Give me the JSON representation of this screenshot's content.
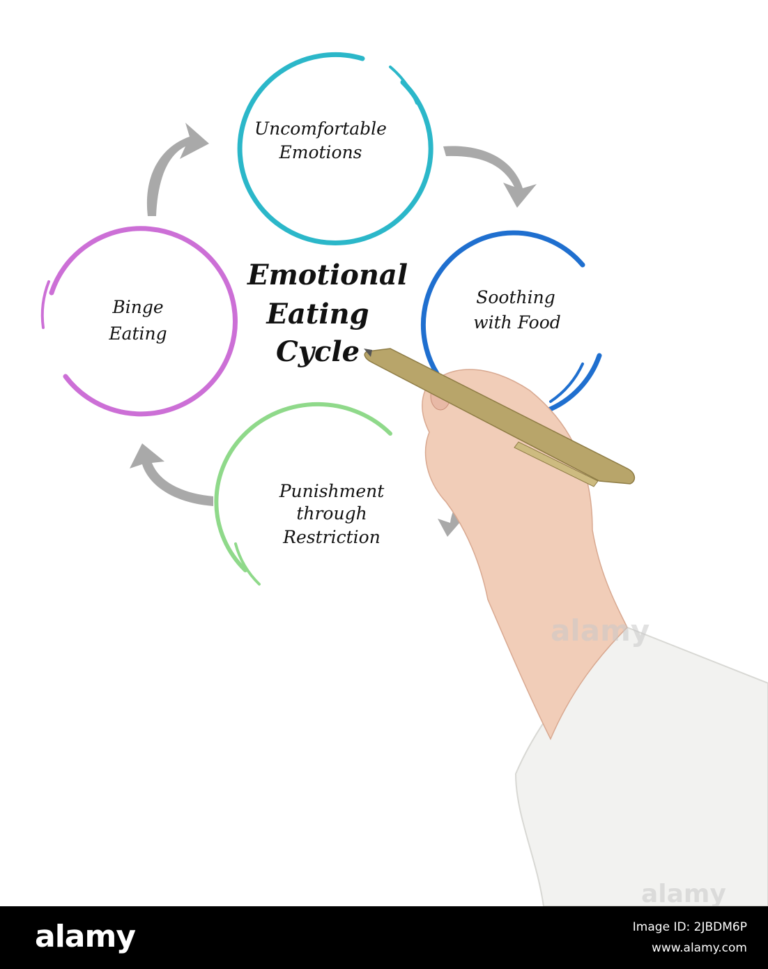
{
  "diagram": {
    "title_lines": [
      "Emotional",
      "Eating",
      "Cycle"
    ],
    "nodes": [
      {
        "id": "uncomfortable-emotions",
        "lines": [
          "Uncomfortable",
          "Emotions"
        ],
        "color": "#2bb7c9"
      },
      {
        "id": "soothing-with-food",
        "lines": [
          "Soothing",
          "with Food"
        ],
        "color": "#1f6fcf"
      },
      {
        "id": "punishment-through-restriction",
        "lines": [
          "Punishment",
          "through",
          "Restriction"
        ],
        "color": "#8fd98a"
      },
      {
        "id": "binge-eating",
        "lines": [
          "Binge",
          "Eating"
        ],
        "color": "#cc6fd6"
      }
    ],
    "arrow_color": "#a9a9a9"
  },
  "watermarks": [
    "alamy",
    "alamy"
  ],
  "footer": {
    "logo": "alamy",
    "image_id": "Image ID: 2JBDM6P",
    "url": "www.alamy.com"
  }
}
